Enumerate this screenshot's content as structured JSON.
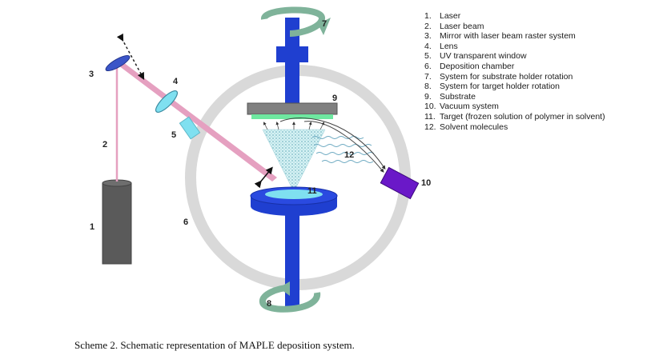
{
  "callouts": [
    "1",
    "2",
    "3",
    "4",
    "5",
    "6",
    "7",
    "8",
    "9",
    "10",
    "11",
    "12"
  ],
  "legend": [
    {
      "num": "1.",
      "text": "Laser"
    },
    {
      "num": "2.",
      "text": "Laser beam"
    },
    {
      "num": "3.",
      "text": "Mirror with laser beam raster system"
    },
    {
      "num": "4.",
      "text": "Lens"
    },
    {
      "num": "5.",
      "text": "UV transparent window"
    },
    {
      "num": "6.",
      "text": "Deposition chamber"
    },
    {
      "num": "7.",
      "text": "System for substrate holder rotation"
    },
    {
      "num": "8.",
      "text": "System for target holder rotation"
    },
    {
      "num": "9.",
      "text": "Substrate"
    },
    {
      "num": "10.",
      "text": "Vacuum system"
    },
    {
      "num": "11.",
      "text": "Target (frozen solution of polymer in solvent)"
    },
    {
      "num": "12.",
      "text": "Solvent molecules"
    }
  ],
  "caption": "Scheme 2. Schematic representation of MAPLE deposition system.",
  "colors": {
    "laser_body": "#5a5a5a",
    "beam": "#e5a0c0",
    "mirror": "#3b55c8",
    "lens": "#7fe0f0",
    "chamber": "#d9d9d9",
    "shaft": "#1f3fd0",
    "substrate": "#808080",
    "substrate_film": "#6ee8a0",
    "arrow_green": "#7fb39a",
    "vacuum_pump": "#6a18c8",
    "plume": "#bfe9ec"
  }
}
